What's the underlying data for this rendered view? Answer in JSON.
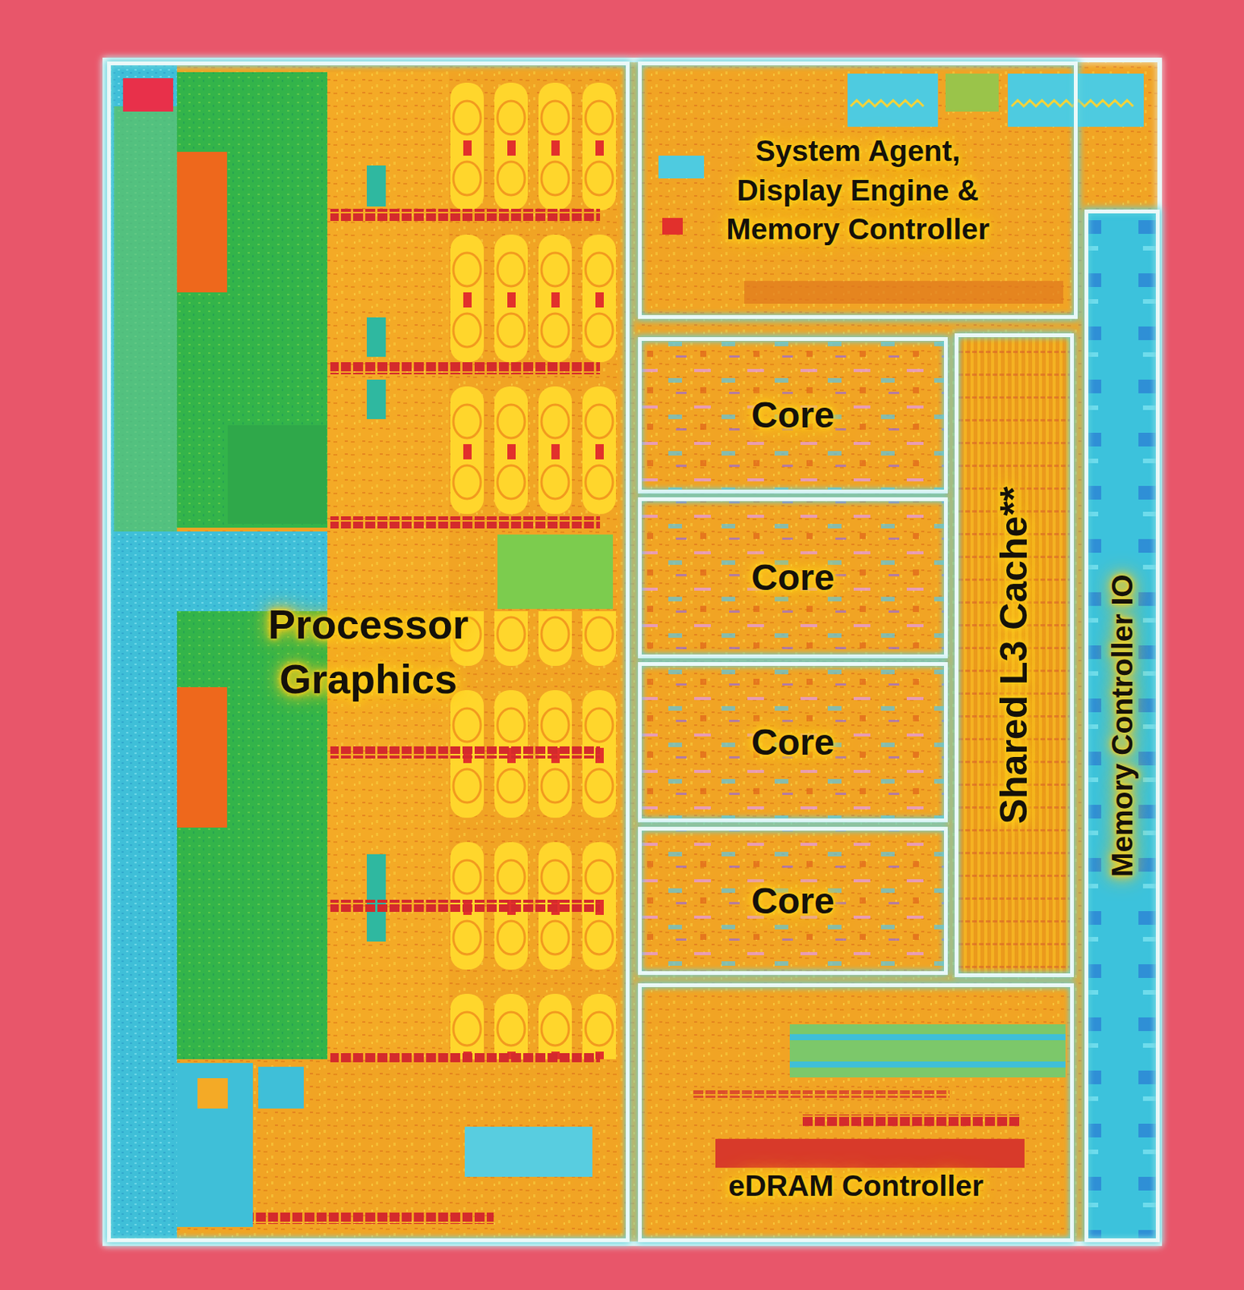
{
  "diagram": {
    "nodes": [
      {
        "text": [
          "Processor Graphics"
        ]
      },
      {
        "text": [
          "System Agent, Display Engine & Memory Controller"
        ]
      },
      {
        "text": [
          "Core"
        ]
      },
      {
        "text": [
          "Core"
        ]
      },
      {
        "text": [
          "Core"
        ]
      },
      {
        "text": [
          "Core"
        ]
      },
      {
        "text": [
          "Shared L3 Cache**"
        ]
      },
      {
        "text": [
          "Memory Controller IO"
        ]
      },
      {
        "text": [
          "eDRAM Controller"
        ]
      }
    ]
  }
}
